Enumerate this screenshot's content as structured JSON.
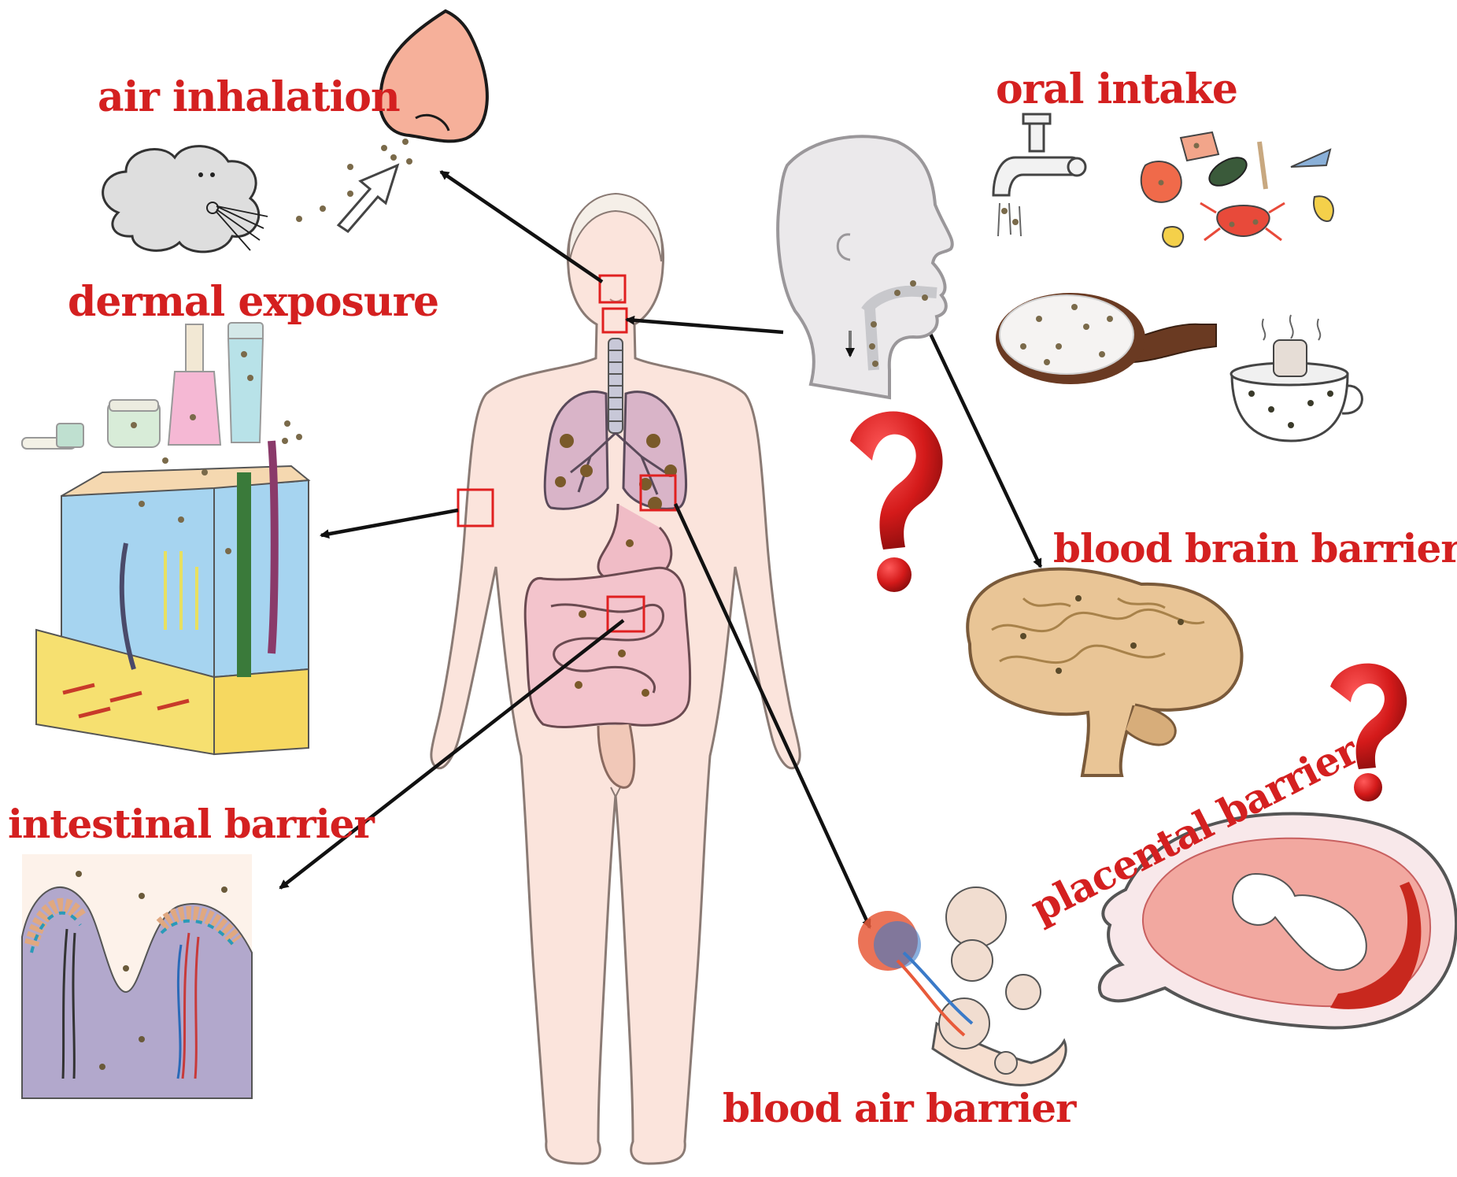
{
  "labels": {
    "air_inhalation": "air inhalation",
    "oral_intake": "oral intake",
    "dermal_exposure": "dermal exposure",
    "blood_brain_barrier": "blood brain barrier",
    "intestinal_barrier": "intestinal barrier",
    "placental_barrier": "placental barrier",
    "blood_air_barrier": "blood air barrier"
  },
  "question_marks": [
    "?",
    "?"
  ],
  "colors": {
    "label_red": "#d42020",
    "arrow": "#111111",
    "skin": "#fbe4dc",
    "body_outline": "#8a7a74",
    "particle": "#8a6a3a",
    "focus_box": "#e02020"
  }
}
